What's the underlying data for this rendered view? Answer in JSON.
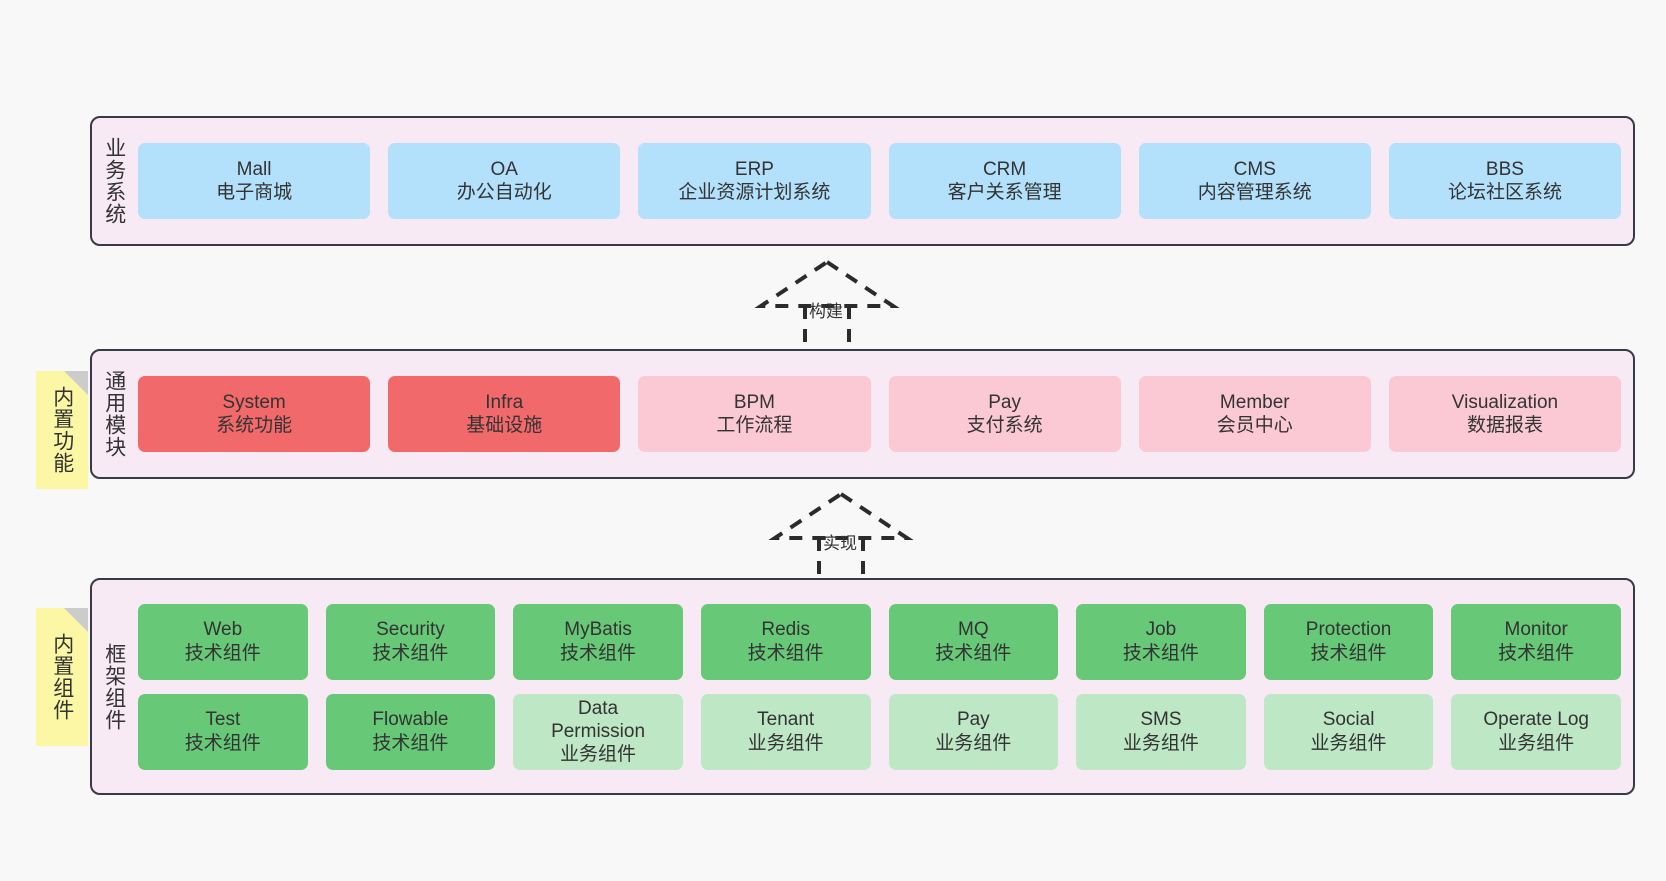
{
  "diagram": {
    "title": "System architecture layers",
    "colors": {
      "canvas": "#f8f8f8",
      "layer_bg": "#f8eaf4",
      "layer_border": "#3a3a46",
      "business": "#b3e0fb",
      "module_primary": "#f2696b",
      "module_secondary": "#fbc9d4",
      "tech_component": "#67c977",
      "business_component": "#bee7c6",
      "sticky": "#fbf7a4",
      "sticky_fold": "#cccccc"
    }
  },
  "layers": {
    "business": {
      "label": "业务系统",
      "items": [
        {
          "title": "Mall",
          "subtitle": "电子商城"
        },
        {
          "title": "OA",
          "subtitle": "办公自动化"
        },
        {
          "title": "ERP",
          "subtitle": "企业资源计划系统"
        },
        {
          "title": "CRM",
          "subtitle": "客户关系管理"
        },
        {
          "title": "CMS",
          "subtitle": "内容管理系统"
        },
        {
          "title": "BBS",
          "subtitle": "论坛社区系统"
        }
      ]
    },
    "modules": {
      "label": "通用模块",
      "sticky": "内置功能",
      "items": [
        {
          "title": "System",
          "subtitle": "系统功能",
          "variant": "primary"
        },
        {
          "title": "Infra",
          "subtitle": "基础设施",
          "variant": "primary"
        },
        {
          "title": "BPM",
          "subtitle": "工作流程",
          "variant": "secondary"
        },
        {
          "title": "Pay",
          "subtitle": "支付系统",
          "variant": "secondary"
        },
        {
          "title": "Member",
          "subtitle": "会员中心",
          "variant": "secondary"
        },
        {
          "title": "Visualization",
          "subtitle": "数据报表",
          "variant": "secondary"
        }
      ]
    },
    "framework": {
      "label": "框架组件",
      "sticky": "内置组件",
      "row1": [
        {
          "title": "Web",
          "subtitle": "技术组件",
          "variant": "tech"
        },
        {
          "title": "Security",
          "subtitle": "技术组件",
          "variant": "tech"
        },
        {
          "title": "MyBatis",
          "subtitle": "技术组件",
          "variant": "tech"
        },
        {
          "title": "Redis",
          "subtitle": "技术组件",
          "variant": "tech"
        },
        {
          "title": "MQ",
          "subtitle": "技术组件",
          "variant": "tech"
        },
        {
          "title": "Job",
          "subtitle": "技术组件",
          "variant": "tech"
        },
        {
          "title": "Protection",
          "subtitle": "技术组件",
          "variant": "tech"
        },
        {
          "title": "Monitor",
          "subtitle": "技术组件",
          "variant": "tech"
        }
      ],
      "row2": [
        {
          "title": "Test",
          "subtitle": "技术组件",
          "variant": "tech"
        },
        {
          "title": "Flowable",
          "subtitle": "技术组件",
          "variant": "tech"
        },
        {
          "title": "Data",
          "title2": "Permission",
          "subtitle": "业务组件",
          "variant": "business"
        },
        {
          "title": "Tenant",
          "subtitle": "业务组件",
          "variant": "business"
        },
        {
          "title": "Pay",
          "subtitle": "业务组件",
          "variant": "business"
        },
        {
          "title": "SMS",
          "subtitle": "业务组件",
          "variant": "business"
        },
        {
          "title": "Social",
          "subtitle": "业务组件",
          "variant": "business"
        },
        {
          "title": "Operate Log",
          "subtitle": "业务组件",
          "variant": "business"
        }
      ]
    }
  },
  "connectors": [
    {
      "label": "构建",
      "from": "modules",
      "to": "business"
    },
    {
      "label": "实现",
      "from": "framework",
      "to": "modules"
    }
  ]
}
